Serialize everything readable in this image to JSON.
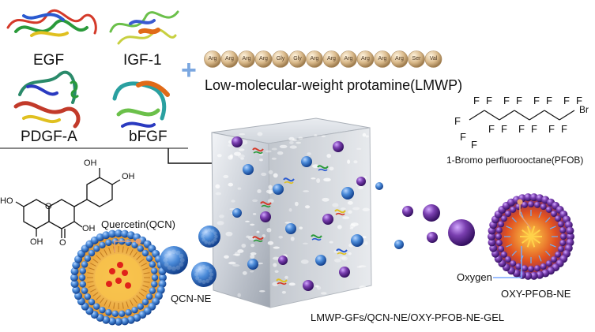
{
  "proteins": {
    "egf": "EGF",
    "igf": "IGF-1",
    "pdgf": "PDGF-A",
    "bfgf": "bFGF"
  },
  "plus_sign": "+",
  "protamine": {
    "title": "Low-molecular-weight protamine(LMWP)",
    "residues": [
      "Arg",
      "Arg",
      "Arg",
      "Arg",
      "Gly",
      "Gly",
      "Arg",
      "Arg",
      "Arg",
      "Arg",
      "Arg",
      "Arg",
      "Ser",
      "Val"
    ]
  },
  "pfob": {
    "formula_f": "F",
    "formula_br": "Br",
    "name": "1-Bromo perfluorooctane(PFOB)"
  },
  "quercetin": {
    "o": "O",
    "oh": "OH",
    "ho": "HO",
    "name": "Quercetin(QCN)"
  },
  "nanoemulsions": {
    "qcn": "QCN-NE",
    "oxy": "OXY-PFOB-NE",
    "oxygen": "Oxygen"
  },
  "gel_label": "LMWP-GFs/QCN-NE/OXY-PFOB-NE-GEL",
  "colors": {
    "blue_sphere": "#3d7fd0",
    "purple_sphere": "#7a3fb0",
    "bead": "#d9b98a",
    "core_yellow": "#f3b23a",
    "drug_red": "#e0221a",
    "pointer": "#e8a070"
  }
}
